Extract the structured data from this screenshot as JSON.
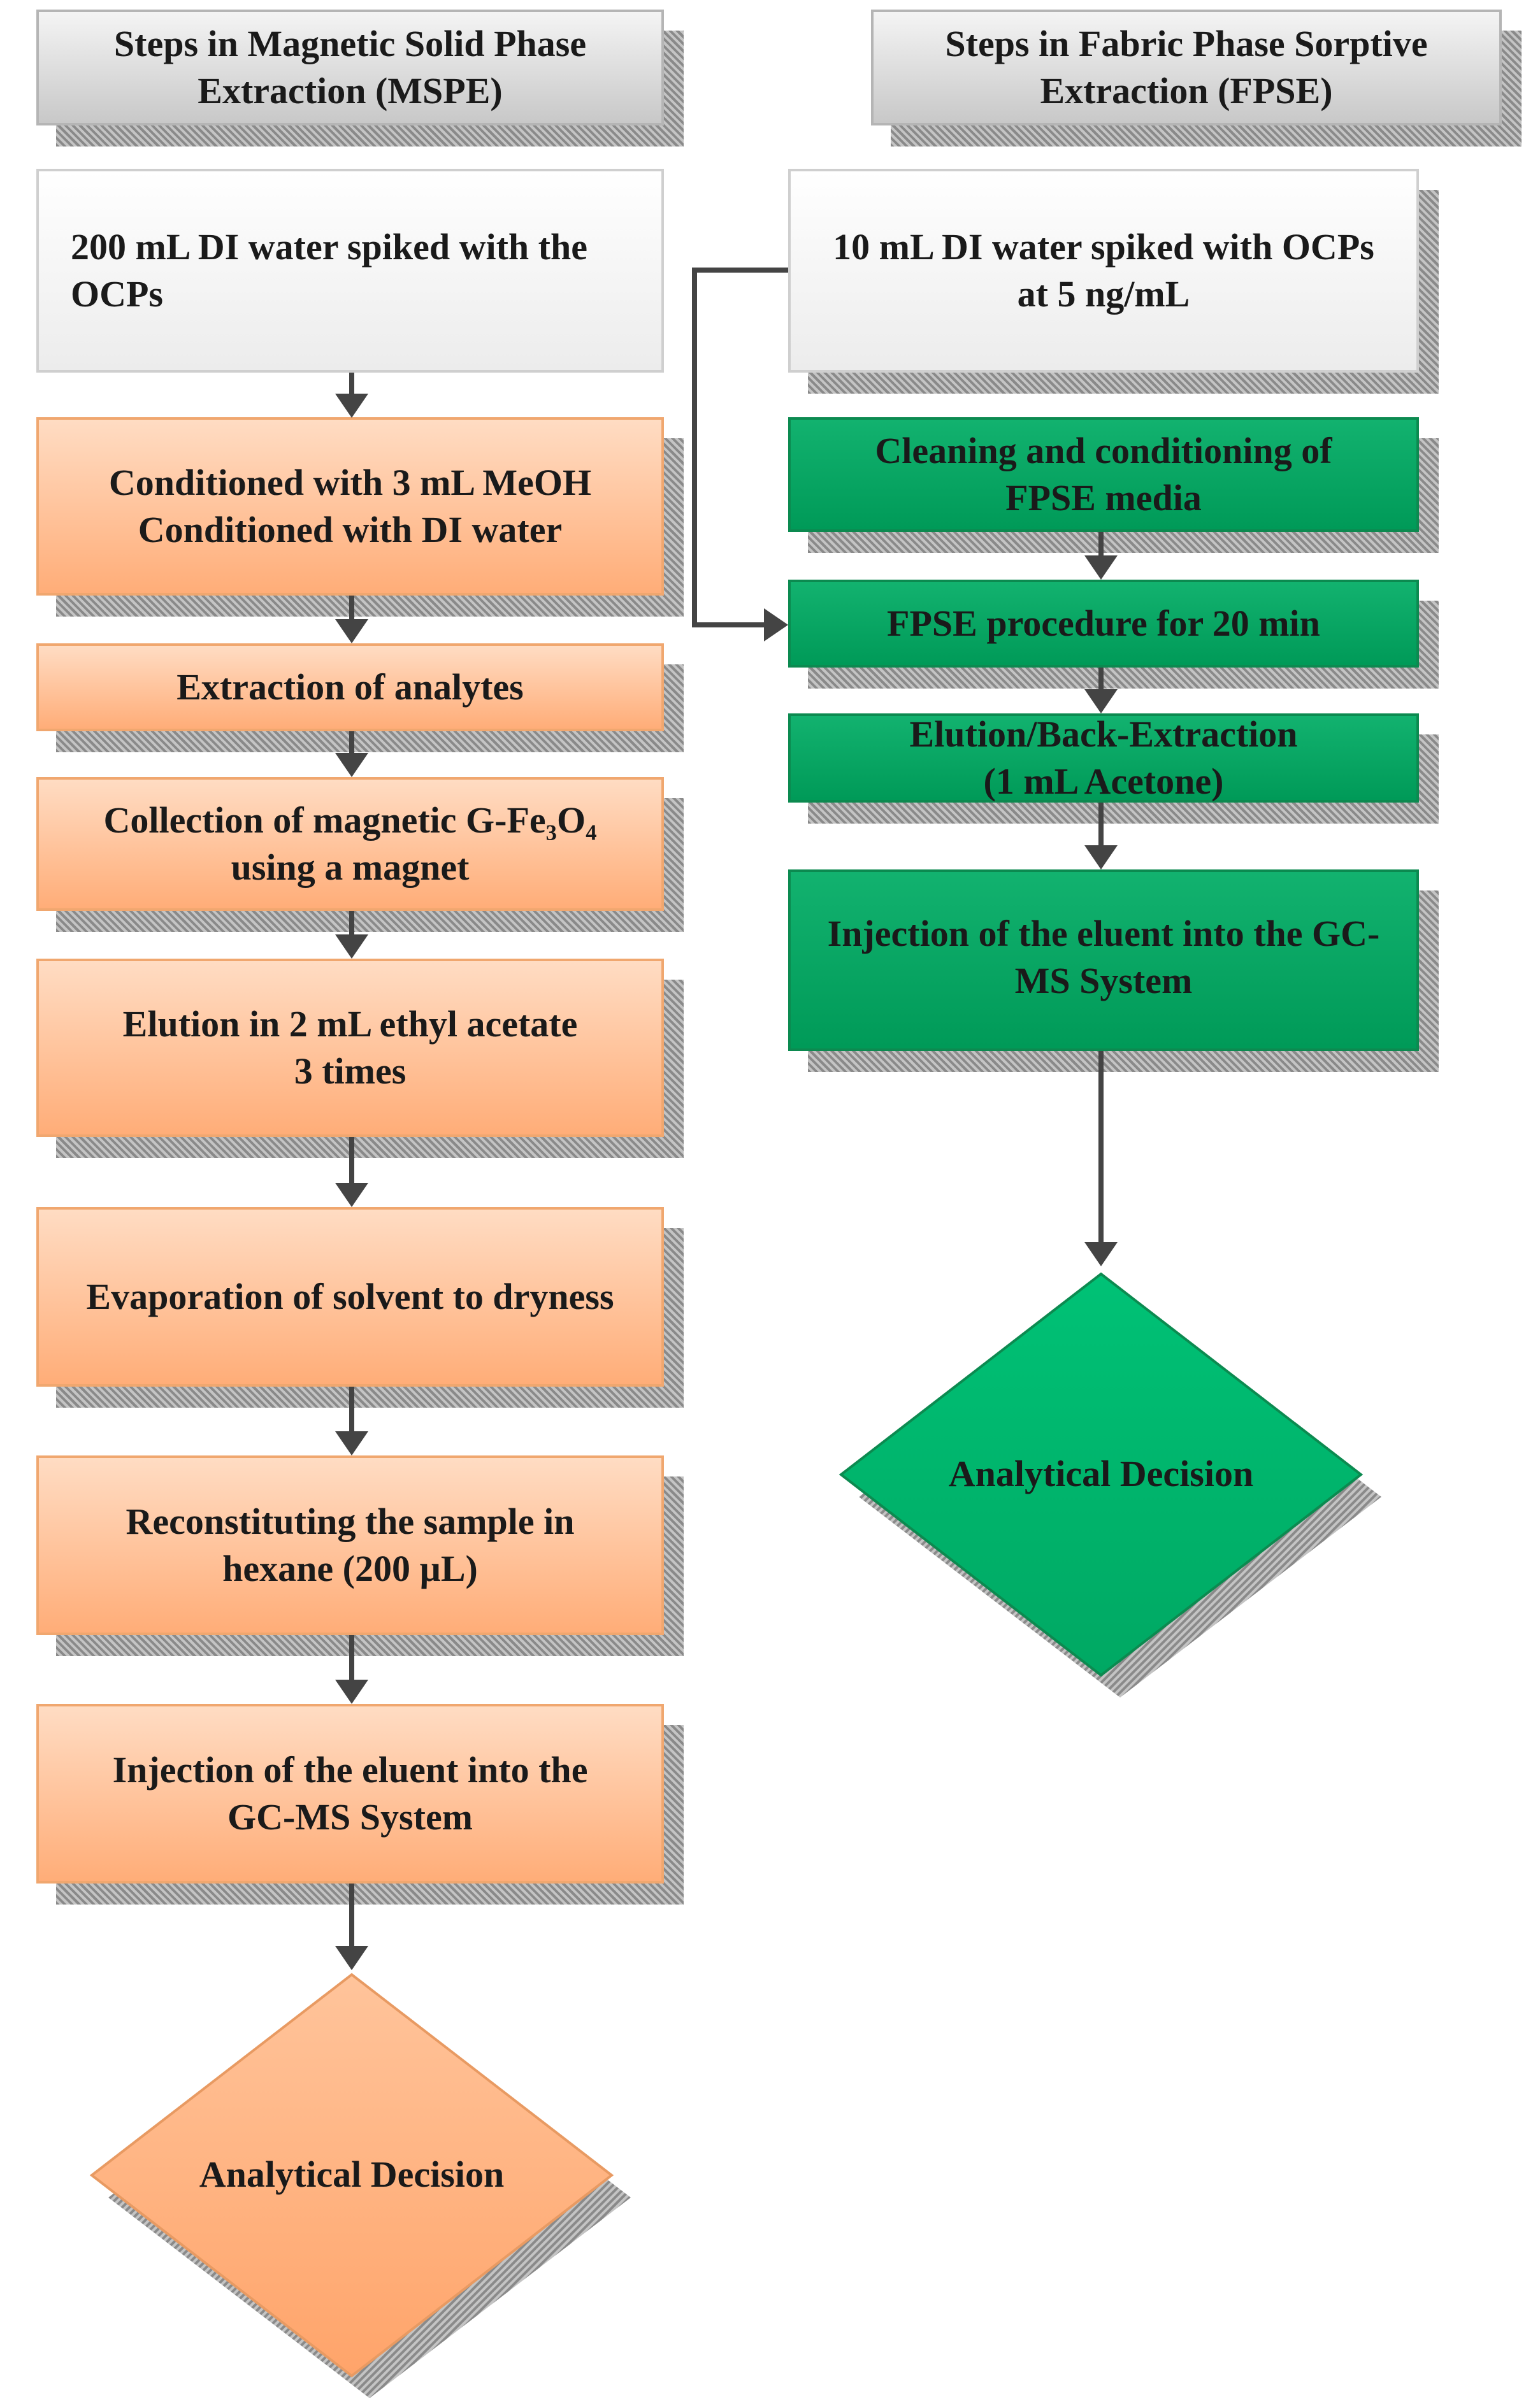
{
  "mspe": {
    "header": "Steps in Magnetic Solid Phase\nExtraction (MSPE)",
    "start": "200 mL DI water spiked with the\nOCPs",
    "steps": [
      "Conditioned with 3 mL MeOH\nConditioned with DI water",
      "Extraction of analytes",
      "Collection of magnetic G-Fe₃O₄\nusing a magnet",
      "Elution in 2 mL ethyl acetate\n3 times",
      "Evaporation of solvent to dryness",
      "Reconstituting the sample in\nhexane (200 µL)",
      "Injection of the eluent into the\nGC-MS System"
    ],
    "decision": "Analytical Decision"
  },
  "fpse": {
    "header": "Steps in Fabric Phase Sorptive\nExtraction (FPSE)",
    "start": "10 mL DI water spiked with OCPs\nat 5 ng/mL",
    "steps": [
      "Cleaning and conditioning of\nFPSE media",
      "FPSE procedure for 20 min",
      "Elution/Back-Extraction\n(1 mL Acetone)",
      "Injection of the eluent into the GC-\nMS System"
    ],
    "decision": "Analytical Decision"
  },
  "colors": {
    "mspe_fill": "#ffb07a",
    "fpse_fill": "#00a862",
    "header_fill": "#d9d9d9",
    "connector": "#444444"
  }
}
